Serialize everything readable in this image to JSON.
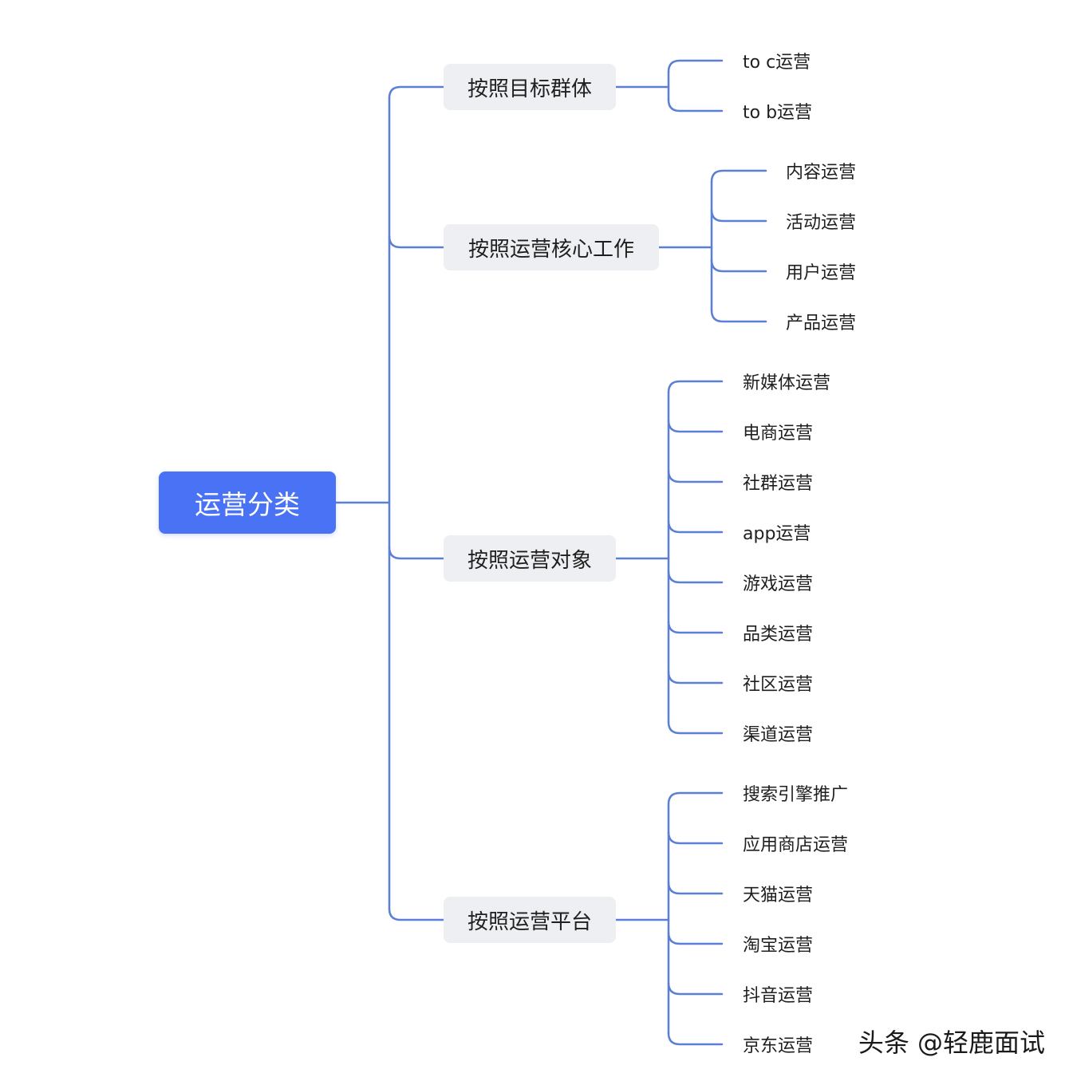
{
  "root": {
    "label": "运营分类"
  },
  "branches": [
    {
      "label": "按照目标群体",
      "children": [
        "to c运营",
        "to b运营"
      ]
    },
    {
      "label": "按照运营核心工作",
      "children": [
        "内容运营",
        "活动运营",
        "用户运营",
        "产品运营"
      ]
    },
    {
      "label": "按照运营对象",
      "children": [
        "新媒体运营",
        "电商运营",
        "社群运营",
        "app运营",
        "游戏运营",
        "品类运营",
        "社区运营",
        "渠道运营"
      ]
    },
    {
      "label": "按照运营平台",
      "children": [
        "搜索引擎推广",
        "应用商店运营",
        "天猫运营",
        "淘宝运营",
        "抖音运营",
        "京东运营"
      ]
    }
  ],
  "watermark": "头条 @轻鹿面试",
  "colors": {
    "root": "#4a72f5",
    "branch_bg": "#eeeff2",
    "connector": "#5b7fd6"
  }
}
